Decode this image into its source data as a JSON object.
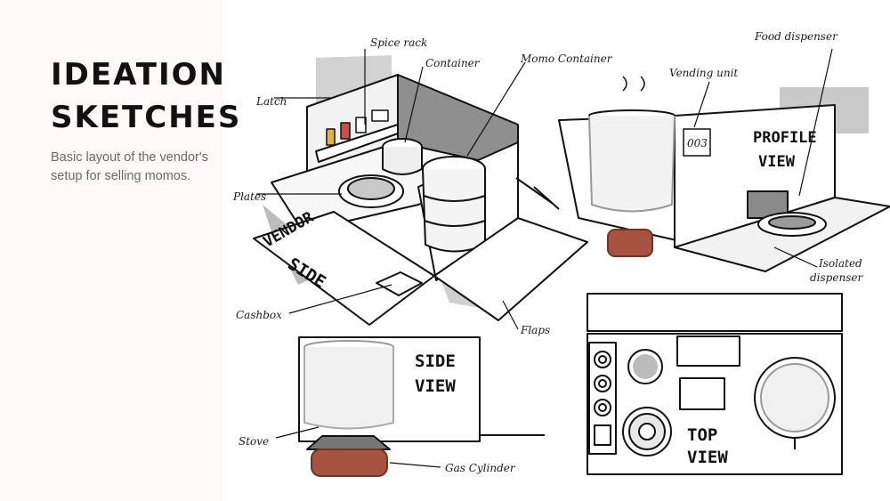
{
  "slide": {
    "title_line1": "IDEATION",
    "title_line2": "SKETCHES",
    "subtitle": "Basic layout of the vendor's setup for selling momos."
  },
  "sketch": {
    "labels": {
      "spice_rack": "Spice rack",
      "container": "Container",
      "momo_container": "Momo Container",
      "latch": "Latch",
      "plates": "Plates",
      "cashbox": "Cashbox",
      "flaps": "Flaps",
      "food_dispenser": "Food dispenser",
      "vending_unit": "Vending unit",
      "isolated_dispenser_line1": "Isolated",
      "isolated_dispenser_line2": "dispenser",
      "stove": "Stove",
      "gas_cylinder": "Gas Cylinder"
    },
    "views": {
      "vendor_side_line1": "VENDOR",
      "vendor_side_line2": "SIDE",
      "profile_line1": "PROFILE",
      "profile_line2": "VIEW",
      "side_line1": "SIDE",
      "side_line2": "VIEW",
      "top_line1": "TOP",
      "top_line2": "VIEW"
    },
    "unit_number": "003"
  },
  "colors": {
    "ink": "#111111",
    "shadow_gray": "#c9c9c9",
    "dark_gray": "#8a8a8a",
    "cylinder_red": "#a8533f",
    "background": "#ffffff"
  }
}
